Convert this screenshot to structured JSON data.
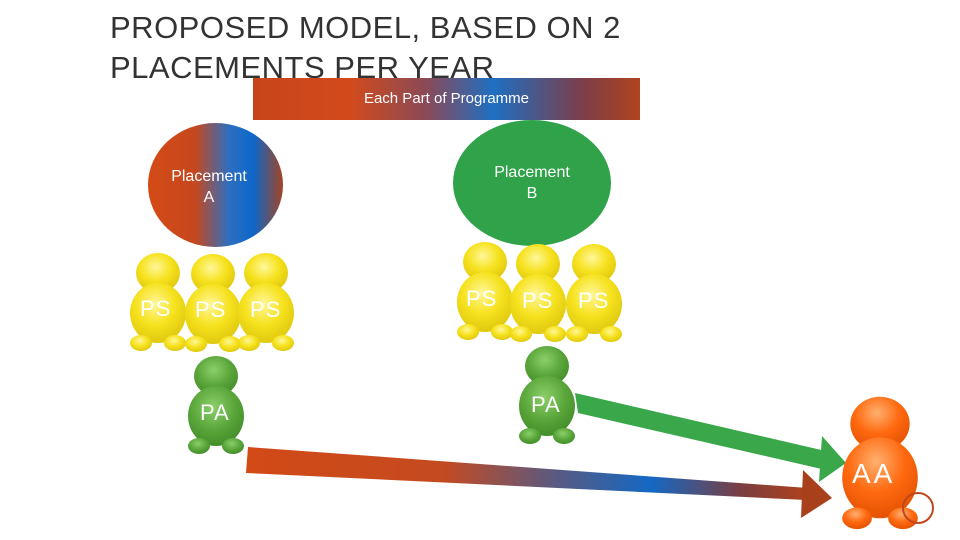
{
  "title": {
    "line1": "PROPOSED MODEL, BASED ON 2",
    "line2": "PLACEMENTS PER YEAR"
  },
  "banner": {
    "label": "Each Part of Programme"
  },
  "placement_a": {
    "line1": "Placement",
    "line2": "A",
    "ps_labels": [
      "PS",
      "PS",
      "PS"
    ],
    "pa_label": "PA"
  },
  "placement_b": {
    "line1": "Placement",
    "line2": "B",
    "ps_labels": [
      "PS",
      "PS",
      "PS"
    ],
    "pa_label": "PA"
  },
  "outcome": {
    "label": "AA"
  },
  "colors": {
    "ps_yellow": "#f6e21e",
    "pa_green": "#5aa63a",
    "aa_orange": "#ff6a10",
    "arrow_green": "#3aa84a",
    "oval_b": "#2fa24a"
  }
}
